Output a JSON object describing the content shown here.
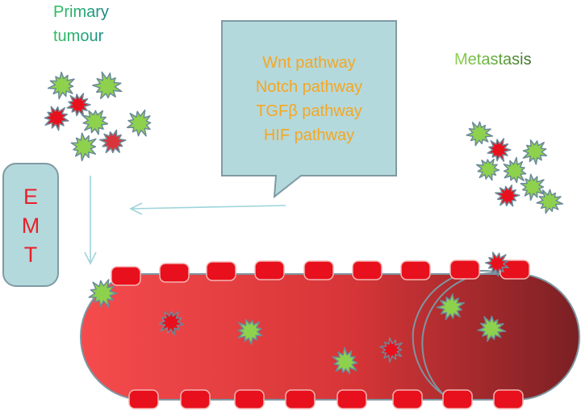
{
  "labels": {
    "primary_tumour": [
      "Primary",
      "tumour"
    ],
    "metastasis": "Metastasis",
    "emt": [
      "E",
      "M",
      "T"
    ],
    "pathways": [
      "Wnt pathway",
      "Notch pathway",
      "TGFβ pathway",
      "HIF pathway"
    ]
  },
  "colors": {
    "cell_green": "#8ed14d",
    "cell_red": "#e8101c",
    "cell_dark_red": "#d9343a",
    "cell_border": "#6b8a99",
    "vessel_left": "#f24648",
    "vessel_right": "#7a2024",
    "endothelial_cell": "#e8101c",
    "callout_fill": "#b4d9dc",
    "arrow": "#9fd4da",
    "pathway_text": "#f5a623",
    "emt_text": "#e8202a"
  }
}
